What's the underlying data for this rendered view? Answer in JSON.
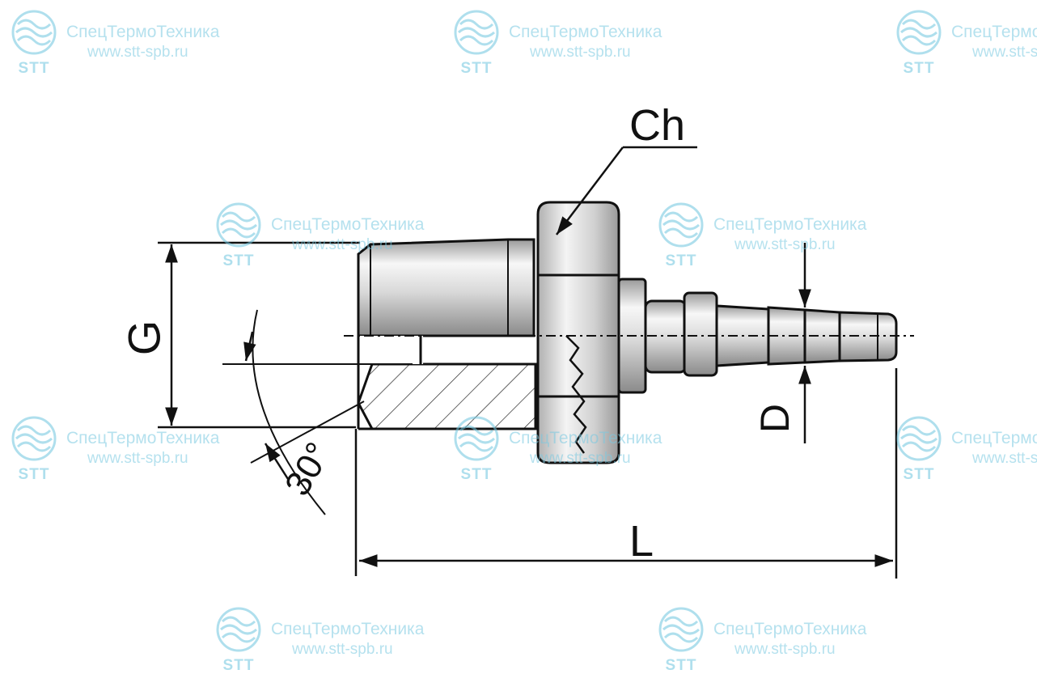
{
  "watermark": {
    "company": "СпецТермоТехника",
    "url": "www.stt-spb.ru",
    "abbr": "STT",
    "color": "#6fc6df"
  },
  "dimensions": {
    "hex_size": "Ch",
    "thread": "G",
    "hose_diameter": "D",
    "length": "L",
    "cone_angle": "30°"
  }
}
